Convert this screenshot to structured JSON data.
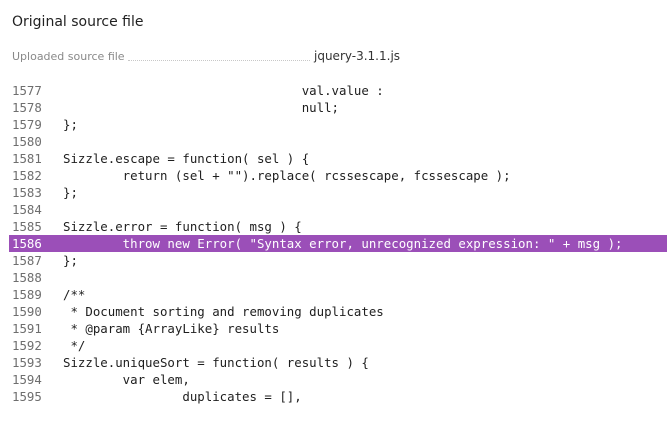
{
  "panel": {
    "title": "Original source file"
  },
  "meta": {
    "label": "Uploaded source file",
    "value": "jquery-3.1.1.js"
  },
  "colors": {
    "highlight": "#9b4fb8"
  },
  "code": {
    "highlighted_line": "1586",
    "lines": [
      {
        "no": "1577",
        "text": "                                val.value :"
      },
      {
        "no": "1578",
        "text": "                                null;"
      },
      {
        "no": "1579",
        "text": "};"
      },
      {
        "no": "1580",
        "text": ""
      },
      {
        "no": "1581",
        "text": "Sizzle.escape = function( sel ) {"
      },
      {
        "no": "1582",
        "text": "        return (sel + \"\").replace( rcssescape, fcssescape );"
      },
      {
        "no": "1583",
        "text": "};"
      },
      {
        "no": "1584",
        "text": ""
      },
      {
        "no": "1585",
        "text": "Sizzle.error = function( msg ) {"
      },
      {
        "no": "1586",
        "text": "        throw new Error( \"Syntax error, unrecognized expression: \" + msg );"
      },
      {
        "no": "1587",
        "text": "};"
      },
      {
        "no": "1588",
        "text": ""
      },
      {
        "no": "1589",
        "text": "/**"
      },
      {
        "no": "1590",
        "text": " * Document sorting and removing duplicates"
      },
      {
        "no": "1591",
        "text": " * @param {ArrayLike} results"
      },
      {
        "no": "1592",
        "text": " */"
      },
      {
        "no": "1593",
        "text": "Sizzle.uniqueSort = function( results ) {"
      },
      {
        "no": "1594",
        "text": "        var elem,"
      },
      {
        "no": "1595",
        "text": "                duplicates = [],"
      }
    ]
  }
}
